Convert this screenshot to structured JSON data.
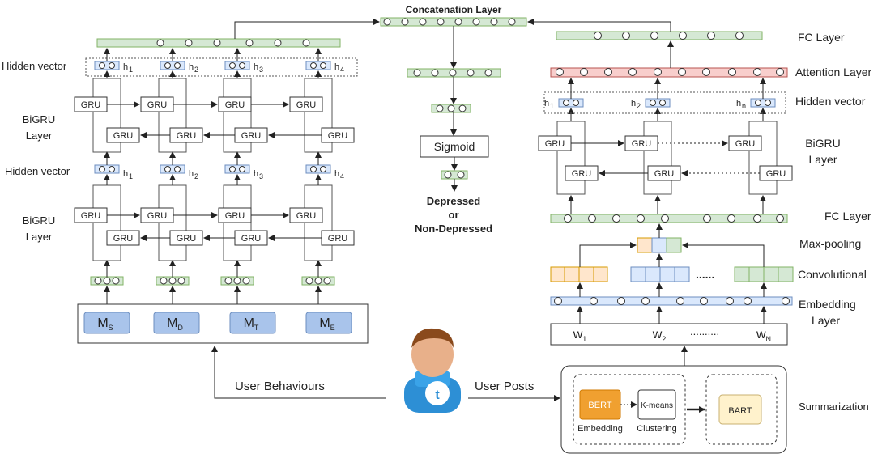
{
  "diagram": {
    "concat_title": "Concatenation Layer",
    "outcome": {
      "line1": "Depressed",
      "line2": "or",
      "line3": "Non-Depressed"
    },
    "sigmoid": "Sigmoid",
    "left": {
      "hidden_vector_top": "Hidden vector",
      "hidden_vector_mid": "Hidden vector",
      "bigru_top": [
        "BiGRU",
        "Layer"
      ],
      "bigru_bottom": [
        "BiGRU",
        "Layer"
      ],
      "gru": "GRU",
      "h_sub": [
        "1",
        "2",
        "3",
        "4"
      ],
      "modalities": [
        {
          "base": "M",
          "sub": "S"
        },
        {
          "base": "M",
          "sub": "D"
        },
        {
          "base": "M",
          "sub": "T"
        },
        {
          "base": "M",
          "sub": "E"
        }
      ],
      "user_behaviours": "User Behaviours"
    },
    "right": {
      "fc_layer_top": "FC Layer",
      "attention_layer": "Attention Layer",
      "hidden_vector": "Hidden vector",
      "bigru": [
        "BiGRU",
        "Layer"
      ],
      "fc_layer_mid": "FC Layer",
      "max_pooling": "Max-pooling",
      "convolutional": "Convolutional",
      "embedding": [
        "Embedding",
        "Layer"
      ],
      "h_sub": [
        "1",
        "2",
        "n"
      ],
      "words": [
        {
          "base": "w",
          "sub": "1"
        },
        {
          "base": "w",
          "sub": "2"
        },
        {
          "base": "w",
          "sub": "N"
        }
      ],
      "word_dots": "..........",
      "conv_dots": "......",
      "user_posts": "User Posts",
      "summarization": "Summarization",
      "bert": "BERT",
      "embedding_caption": "Embedding",
      "kmeans": "K-means",
      "clustering_caption": "Clustering",
      "bart": "BART"
    },
    "colors": {
      "green_fill": "#d5e8d4",
      "green_stroke": "#82b366",
      "blue_fill": "#dae8fc",
      "blue_stroke": "#6c8ebf",
      "red_fill": "#f8cecc",
      "red_stroke": "#b85450",
      "orange_fill": "#ffe6cc",
      "orange_stroke": "#d79b00",
      "bert_fill": "#f0a030",
      "bart_fill": "#fff2cc",
      "modal_fill": "#a9c4eb"
    }
  }
}
